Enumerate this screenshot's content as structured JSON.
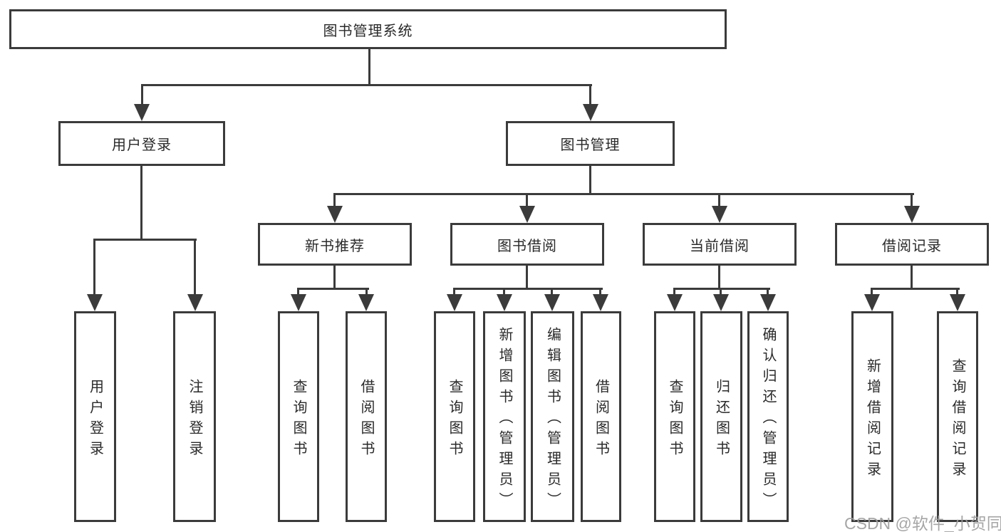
{
  "diagram": {
    "root": "图书管理系统",
    "branches": [
      {
        "label": "用户登录",
        "children": [
          "用户登录",
          "注销登录"
        ]
      },
      {
        "label": "图书管理",
        "groups": [
          {
            "label": "新书推荐",
            "children": [
              "查询图书",
              "借阅图书"
            ]
          },
          {
            "label": "图书借阅",
            "children": [
              "查询图书",
              "新增图书（管理员）",
              "编辑图书（管理员）",
              "借阅图书"
            ]
          },
          {
            "label": "当前借阅",
            "children": [
              "查询图书",
              "归还图书",
              "确认归还（管理员）"
            ]
          },
          {
            "label": "借阅记录",
            "children": [
              "新增借阅记录",
              "查询借阅记录"
            ]
          }
        ]
      }
    ]
  },
  "colors": {
    "stroke": "#3b3b3b",
    "text": "#2a2a2a",
    "watermark": "#9e9e9e"
  },
  "watermark": "CSDN @软件_小贺同学"
}
